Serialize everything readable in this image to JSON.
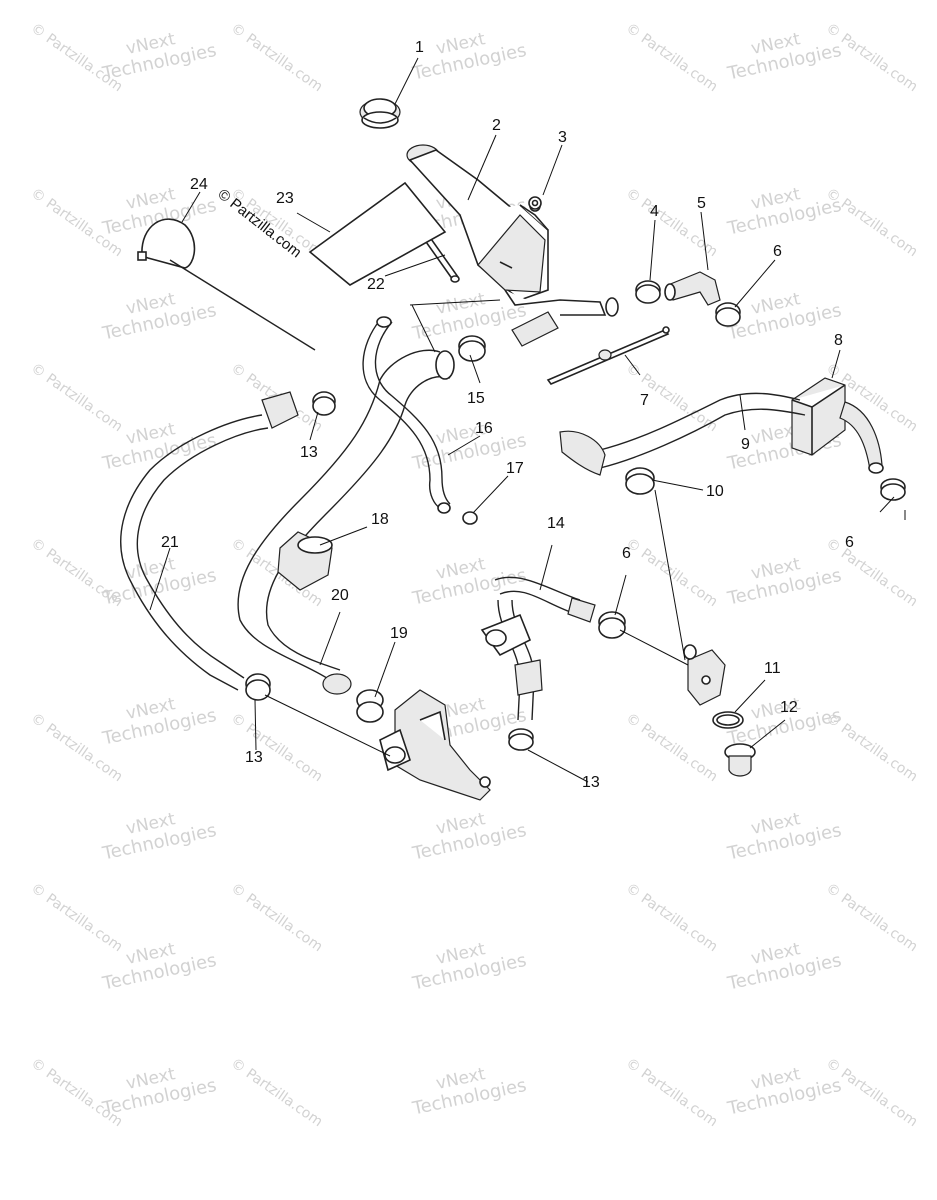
{
  "diagram": {
    "copyright": "© Partzilla.com",
    "watermark": {
      "brand_line1": "vNext",
      "brand_line2": "Technologies",
      "site": "© Partzilla.com"
    },
    "callouts": [
      {
        "id": "c1",
        "label": "1"
      },
      {
        "id": "c2",
        "label": "2"
      },
      {
        "id": "c3",
        "label": "3"
      },
      {
        "id": "c4",
        "label": "4"
      },
      {
        "id": "c5",
        "label": "5"
      },
      {
        "id": "c6a",
        "label": "6"
      },
      {
        "id": "c6b",
        "label": "6"
      },
      {
        "id": "c6c",
        "label": "6"
      },
      {
        "id": "c7",
        "label": "7"
      },
      {
        "id": "c8",
        "label": "8"
      },
      {
        "id": "c9",
        "label": "9"
      },
      {
        "id": "c10",
        "label": "10"
      },
      {
        "id": "c11",
        "label": "11"
      },
      {
        "id": "c12",
        "label": "12"
      },
      {
        "id": "c13a",
        "label": "13"
      },
      {
        "id": "c13b",
        "label": "13"
      },
      {
        "id": "c13c",
        "label": "13"
      },
      {
        "id": "c14",
        "label": "14"
      },
      {
        "id": "c15",
        "label": "15"
      },
      {
        "id": "c16",
        "label": "16"
      },
      {
        "id": "c17",
        "label": "17"
      },
      {
        "id": "c18",
        "label": "18"
      },
      {
        "id": "c19",
        "label": "19"
      },
      {
        "id": "c20",
        "label": "20"
      },
      {
        "id": "c21",
        "label": "21"
      },
      {
        "id": "c22",
        "label": "22"
      },
      {
        "id": "c23",
        "label": "23"
      },
      {
        "id": "c24",
        "label": "24"
      }
    ]
  }
}
